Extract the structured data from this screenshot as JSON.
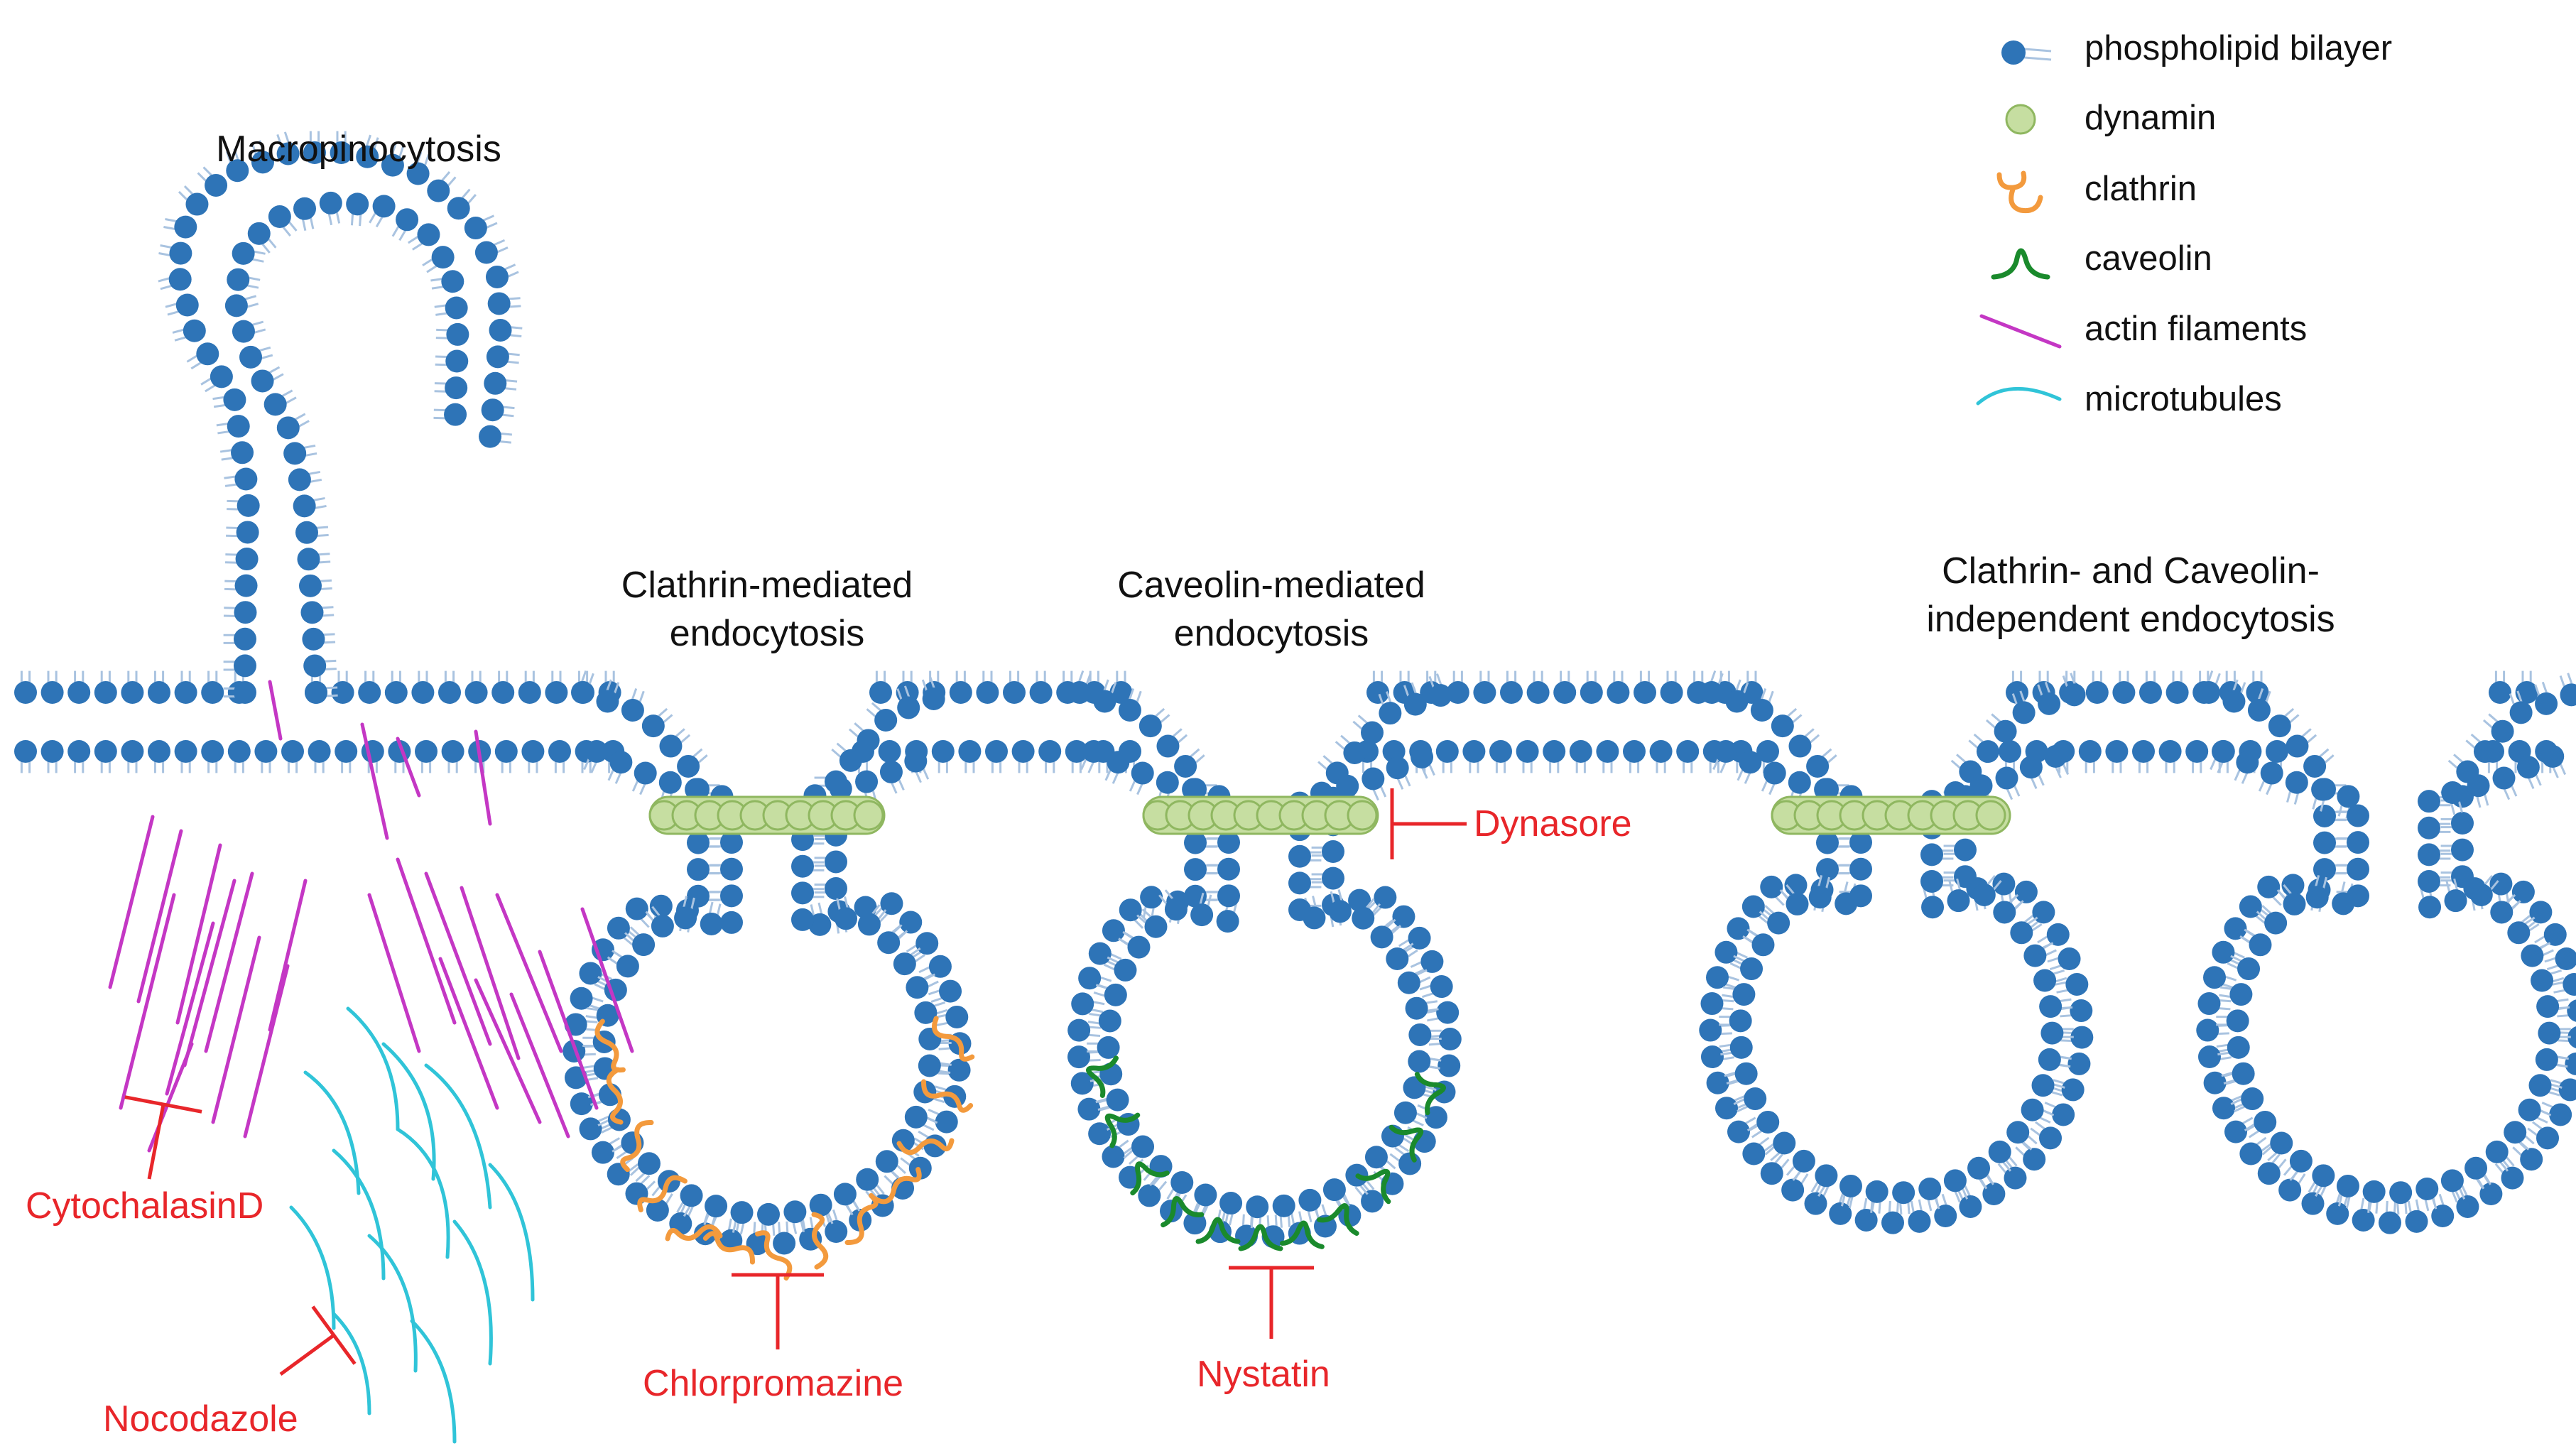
{
  "legend": {
    "items": [
      {
        "key": "phospholipid",
        "label": "phospholipid bilayer"
      },
      {
        "key": "dynamin",
        "label": "dynamin"
      },
      {
        "key": "clathrin",
        "label": "clathrin"
      },
      {
        "key": "caveolin",
        "label": "caveolin"
      },
      {
        "key": "actin",
        "label": "actin filaments"
      },
      {
        "key": "microtubules",
        "label": "microtubules"
      }
    ]
  },
  "pathways": {
    "macropinocytosis": "Macropinocytosis",
    "clathrin_line1": "Clathrin-mediated",
    "clathrin_line2": "endocytosis",
    "caveolin_line1": "Caveolin-mediated",
    "caveolin_line2": "endocytosis",
    "independent_line1": "Clathrin- and Caveolin-",
    "independent_line2": "independent endocytosis"
  },
  "inhibitors": {
    "cytochalasin": "CytochalasinD",
    "nocodazole": "Nocodazole",
    "chlorpromazine": "Chlorpromazine",
    "nystatin": "Nystatin",
    "dynasore": "Dynasore"
  },
  "colors": {
    "lipid_head": "#2e74b7",
    "lipid_tail": "#a9c3e0",
    "dynamin_fill": "#c6dea1",
    "dynamin_stroke": "#8fb760",
    "clathrin": "#f39a3d",
    "caveolin": "#1a8a2c",
    "actin": "#c437c4",
    "microtubule": "#30c4d8",
    "inhibitor": "#e8262a"
  }
}
